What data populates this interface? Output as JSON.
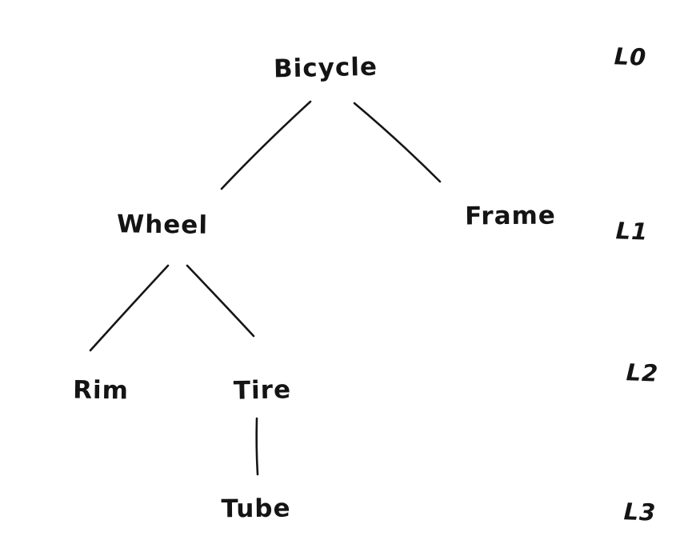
{
  "diagram": {
    "type": "tree",
    "description": "Hand-drawn hierarchy of bicycle components with depth level labels",
    "ink_color": "#161616",
    "background_color": "#ffffff",
    "nodes": [
      {
        "id": "bicycle",
        "label": "Bicycle",
        "level": 0,
        "parent": null
      },
      {
        "id": "wheel",
        "label": "Wheel",
        "level": 1,
        "parent": "bicycle"
      },
      {
        "id": "frame",
        "label": "Frame",
        "level": 1,
        "parent": "bicycle"
      },
      {
        "id": "rim",
        "label": "Rim",
        "level": 2,
        "parent": "wheel"
      },
      {
        "id": "tire",
        "label": "Tire",
        "level": 2,
        "parent": "wheel"
      },
      {
        "id": "tube",
        "label": "Tube",
        "level": 3,
        "parent": "tire"
      }
    ],
    "edges": [
      {
        "from": "bicycle",
        "to": "wheel"
      },
      {
        "from": "bicycle",
        "to": "frame"
      },
      {
        "from": "wheel",
        "to": "rim"
      },
      {
        "from": "wheel",
        "to": "tire"
      },
      {
        "from": "tire",
        "to": "tube"
      }
    ],
    "level_labels": [
      {
        "label": "L0",
        "level": 0
      },
      {
        "label": "L1",
        "level": 1
      },
      {
        "label": "L2",
        "level": 2
      },
      {
        "label": "L3",
        "level": 3
      }
    ]
  }
}
